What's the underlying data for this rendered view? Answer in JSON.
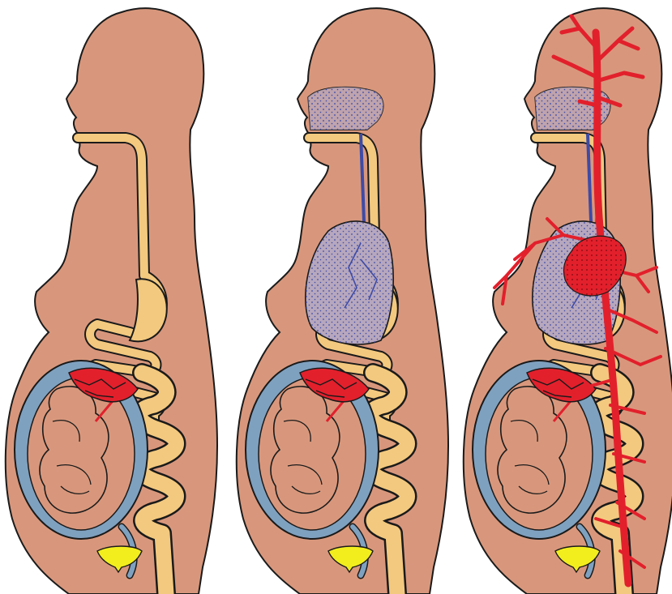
{
  "figure": {
    "panels": [
      {
        "layers": [
          "body",
          "digestive-tract",
          "uterus",
          "fetus",
          "placenta",
          "bladder"
        ]
      },
      {
        "layers": [
          "body",
          "digestive-tract",
          "respiratory-tract",
          "lungs",
          "uterus",
          "fetus",
          "placenta",
          "bladder"
        ]
      },
      {
        "layers": [
          "body",
          "digestive-tract",
          "respiratory-tract",
          "lungs",
          "heart",
          "blood-vessels",
          "uterus",
          "fetus",
          "placenta",
          "bladder"
        ]
      }
    ],
    "colors": {
      "skin": "#D8977C",
      "outline": "#1a1a1a",
      "digestive": "#F3C97F",
      "uterus": "#7FA1C0",
      "fetus": "#D8977C",
      "respiratory": "#B7A7BE",
      "dots": "#3E4BA6",
      "blood": "#E2202C",
      "bladder": "#F2EE1E"
    }
  }
}
